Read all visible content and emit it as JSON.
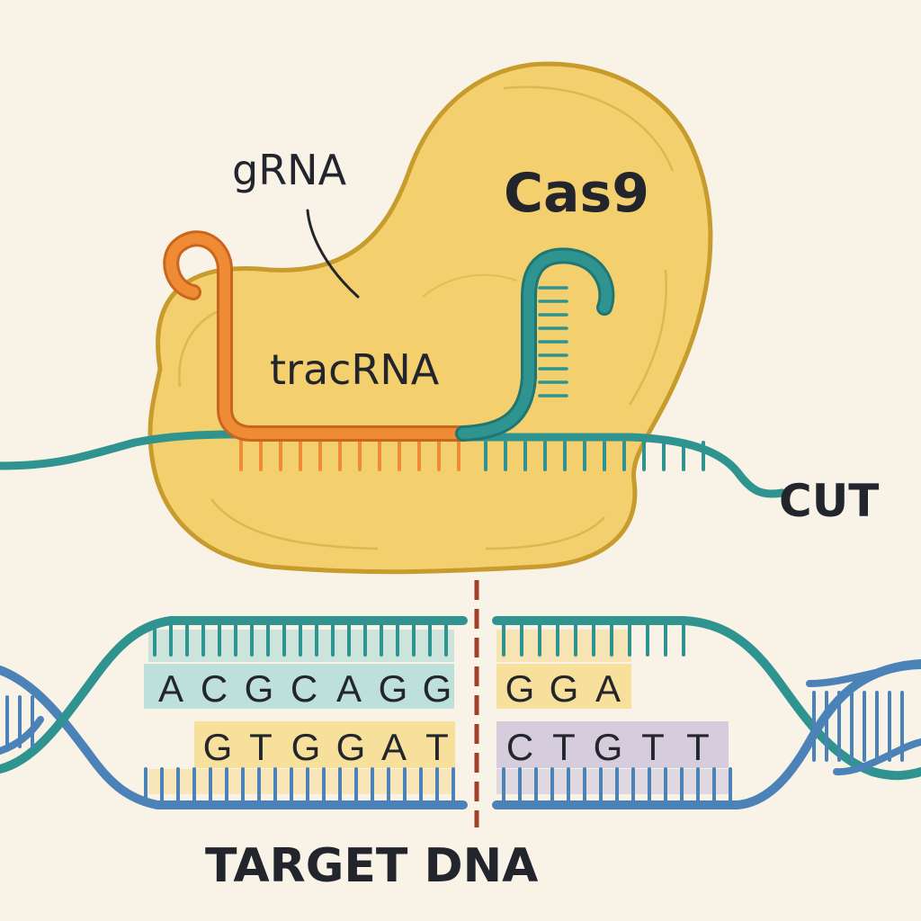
{
  "labels": {
    "grna": "gRNA",
    "cas9": "Cas9",
    "tracrna": "tracRNA",
    "cut": "CUT",
    "target_dna": "TARGET DNA"
  },
  "sequence": {
    "top_left": [
      "A",
      "C",
      "G",
      "C",
      "A",
      "G",
      "G"
    ],
    "top_right": [
      "G",
      "G",
      "A"
    ],
    "bottom_left": [
      "G",
      "T",
      "G",
      "G",
      "A",
      "T"
    ],
    "bottom_right": [
      "C",
      "T",
      "G",
      "T",
      "T"
    ]
  },
  "colors": {
    "background": "#f8f2e7",
    "cas9_fill": "#f4cf6e",
    "cas9_outline": "#c89b2d",
    "grna_orange": "#ef8b35",
    "teal_strand": "#2f948f",
    "dna_blue": "#4b82b8",
    "cut_line": "#a34128",
    "text": "#22252b"
  }
}
